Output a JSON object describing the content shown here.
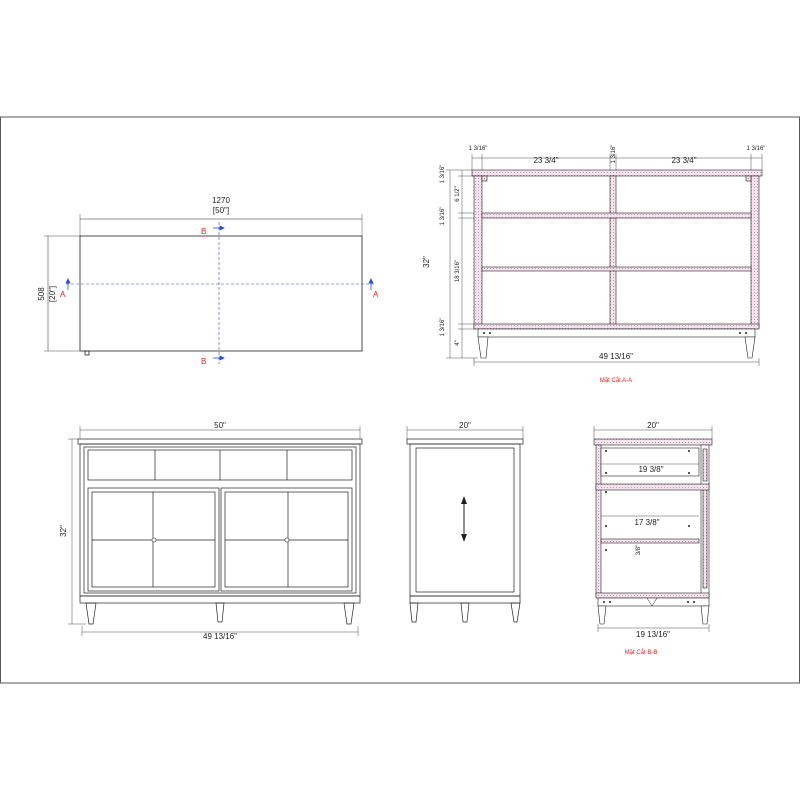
{
  "plan": {
    "width_mm": "1270",
    "width_in": "[50\"]",
    "depth_mm": "508",
    "depth_in": "[20\"]",
    "cut_a": "A",
    "cut_b": "B"
  },
  "section_aa": {
    "caption": "Mặt Cắt A-A",
    "left_edge": "1 3/16\"",
    "left_bay": "23 3/4\"",
    "center_post": "1 3/16\"",
    "right_bay": "23 3/4\"",
    "right_edge": "1 3/16\"",
    "top_rail": "1 3/16\"",
    "top_drawer": "6 1/2\"",
    "mid_rail": "1 3/16\"",
    "cabinet_opening": "18 3/16\"",
    "bottom_rail": "1 3/16\"",
    "leg": "4\"",
    "total_height": "32\"",
    "inner_width": "49 13/16\""
  },
  "front": {
    "width": "50\"",
    "height": "32\"",
    "bottom_width": "49 13/16\""
  },
  "side": {
    "depth": "20\""
  },
  "section_bb": {
    "caption": "Mặt Cắt B-B",
    "depth": "20\"",
    "top_inner": "19 3/8\"",
    "mid_inner": "17 3/8\"",
    "shelf_gap": "3/8\"",
    "bottom": "19 13/16\""
  },
  "colors": {
    "line": "#222222",
    "cut_mark": "#e02020",
    "center_line": "#2a50d0",
    "section_fill": "#f3e3ec",
    "section_edge": "#c47aa6"
  }
}
